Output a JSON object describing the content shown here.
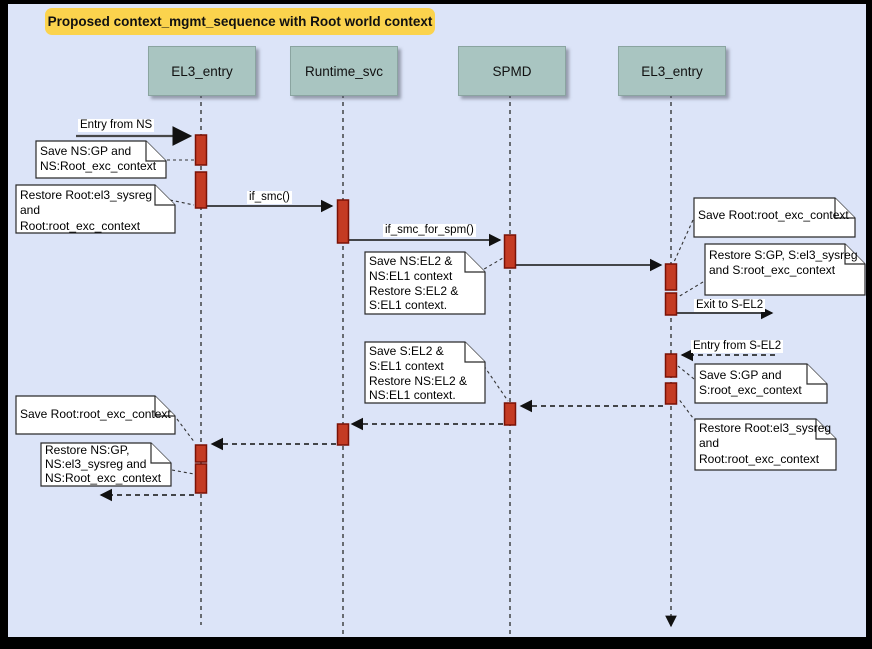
{
  "title": "Proposed context_mgmt_sequence with Root world context",
  "actors": [
    {
      "label": "EL3_entry"
    },
    {
      "label": "Runtime_svc"
    },
    {
      "label": "SPMD"
    },
    {
      "label": "EL3_entry"
    }
  ],
  "messages": [
    {
      "label": "Entry from NS",
      "style": "solid"
    },
    {
      "label": "if_smc()",
      "style": "solid"
    },
    {
      "label": "if_smc_for_spm()",
      "style": "solid"
    },
    {
      "label": "Exit to S-EL2",
      "style": "solid"
    },
    {
      "label": "Entry from S-EL2",
      "style": "dashed"
    }
  ],
  "notes": [
    {
      "lines": [
        "Save NS:GP and",
        "NS:Root_exc_context"
      ]
    },
    {
      "lines": [
        "Restore Root:el3_sysreg",
        "and",
        "Root:root_exc_context"
      ]
    },
    {
      "lines": [
        "Save NS:EL2 &",
        "NS:EL1 context",
        "Restore S:EL2 &",
        "S:EL1 context."
      ]
    },
    {
      "lines": [
        "Save Root:root_exc_context"
      ]
    },
    {
      "lines": [
        "Restore S:GP, S:el3_sysreg",
        "and S:root_exc_context"
      ]
    },
    {
      "lines": [
        "Save S:GP and",
        "S:root_exc_context"
      ]
    },
    {
      "lines": [
        "Restore Root:el3_sysreg",
        "and",
        "Root:root_exc_context"
      ]
    },
    {
      "lines": [
        "Save S:EL2 &",
        "S:EL1 context",
        "Restore NS:EL2 &",
        "NS:EL1 context."
      ]
    },
    {
      "lines": [
        "Save Root:root_exc_context"
      ]
    },
    {
      "lines": [
        "Restore NS:GP,",
        "NS:el3_sysreg and",
        "NS:Root_exc_context"
      ]
    }
  ],
  "colors": {
    "background": "#dce4f8",
    "frame": "#000000",
    "title_bg": "#fbd34d",
    "actor_bg": "#a9c5c1",
    "activation_fill": "#c43b23",
    "activation_border": "#7a1206",
    "note_bg": "#ffffff"
  }
}
